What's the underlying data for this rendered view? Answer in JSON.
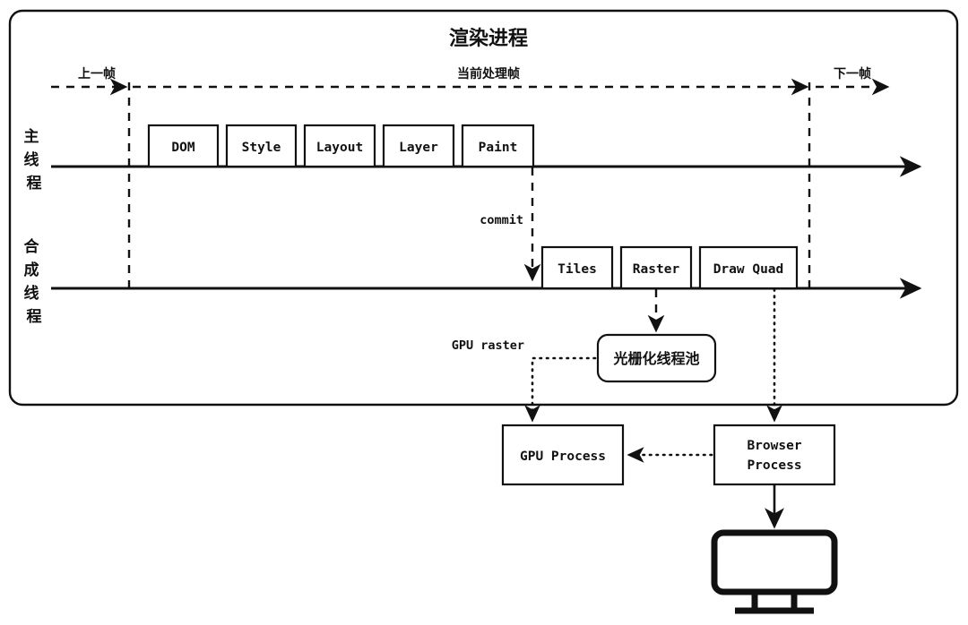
{
  "diagram": {
    "title": "渲染进程",
    "frame_labels": {
      "previous": "上一帧",
      "current": "当前处理帧",
      "next": "下一帧"
    },
    "lanes": [
      {
        "name": "main-thread",
        "label": "主线程"
      },
      {
        "name": "compositor-thread",
        "label": "合成线程"
      }
    ],
    "main_thread_steps": [
      {
        "label": "DOM"
      },
      {
        "label": "Style"
      },
      {
        "label": "Layout"
      },
      {
        "label": "Layer"
      },
      {
        "label": "Paint"
      }
    ],
    "compositor_steps": [
      {
        "label": "Tiles"
      },
      {
        "label": "Raster"
      },
      {
        "label": "Draw Quad"
      }
    ],
    "edge_labels": {
      "commit": "commit",
      "gpu_raster": "GPU raster"
    },
    "raster_pool": {
      "label": "光栅化线程池"
    },
    "processes": [
      {
        "name": "gpu-process",
        "label": "GPU Process"
      },
      {
        "name": "browser-process",
        "label": "Browser\nProcess"
      }
    ],
    "browser_process_line1": "Browser",
    "browser_process_line2": "Process",
    "display": {
      "label": "monitor-icon"
    },
    "colors": {
      "stroke": "#111111",
      "background": "#ffffff",
      "box_fill": "#ffffff"
    }
  }
}
